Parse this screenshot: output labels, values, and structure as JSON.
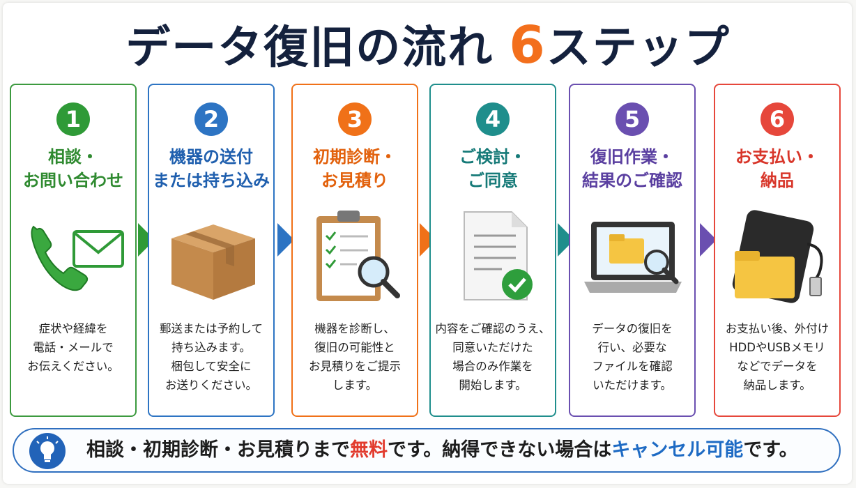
{
  "title": {
    "main": "データ復旧の流れ",
    "number": "6",
    "suffix": "ステップ"
  },
  "steps": [
    {
      "number": "1",
      "heading": [
        "相談・",
        "お問い合わせ"
      ],
      "desc": [
        "症状や経緯を",
        "電話・メールで",
        "お伝えください。"
      ],
      "color": "#2f9a37",
      "icon": "phone-mail-icon"
    },
    {
      "number": "2",
      "heading": [
        "機器の送付",
        "または持ち込み"
      ],
      "desc": [
        "郵送または予約して",
        "持ち込みます。",
        "梱包して安全に",
        "お送りください。"
      ],
      "color": "#2d74c3",
      "icon": "cardboard-box-icon"
    },
    {
      "number": "3",
      "heading": [
        "初期診断・",
        "お見積り"
      ],
      "desc": [
        "機器を診断し、",
        "復旧の可能性と",
        "お見積りをご提示",
        "します。"
      ],
      "color": "#f07118",
      "icon": "clipboard-magnifier-icon"
    },
    {
      "number": "4",
      "heading": [
        "ご検討・",
        "ご同意"
      ],
      "desc": [
        "内容をご確認のうえ、",
        "同意いただけた",
        "場合のみ作業を",
        "開始します。"
      ],
      "color": "#1f8e8c",
      "icon": "document-check-icon"
    },
    {
      "number": "5",
      "heading": [
        "復旧作業・",
        "結果のご確認"
      ],
      "desc": [
        "データの復旧を",
        "行い、必要な",
        "ファイルを確認",
        "いただけます。"
      ],
      "color": "#6a4fb0",
      "icon": "laptop-folder-icon"
    },
    {
      "number": "6",
      "heading": [
        "お支払い・",
        "納品"
      ],
      "desc": [
        "お支払い後、外付け",
        "HDDやUSBメモリ",
        "などでデータを",
        "納品します。"
      ],
      "color": "#e6473b",
      "icon": "hdd-folder-icon"
    }
  ],
  "footer": {
    "part1": "相談・初期診断・お見積りまで",
    "free": "無料",
    "part2": "です。納得できない場合は",
    "cancel": "キャンセル可能",
    "part3": "です。",
    "icon": "lightbulb-icon"
  }
}
